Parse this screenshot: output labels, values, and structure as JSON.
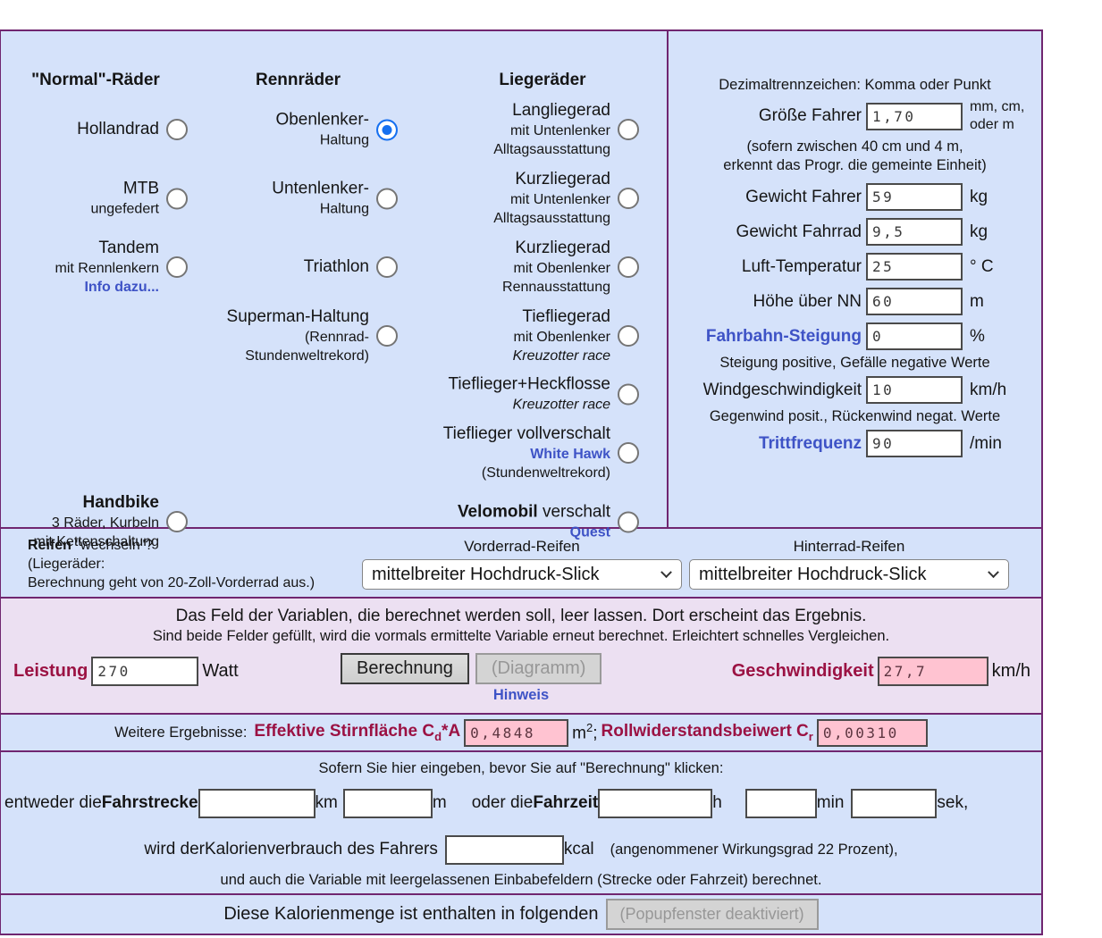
{
  "bikes": {
    "normal": {
      "header": "\"Normal\"-Räder",
      "hollandrad": {
        "l1": "Hollandrad"
      },
      "mtb": {
        "l1": "MTB",
        "l2": "ungefedert"
      },
      "tandem": {
        "l1": "Tandem",
        "l2": "mit Rennlenkern",
        "link": "Info dazu..."
      },
      "handbike": {
        "l1": "Handbike",
        "l2": "3 Räder, Kurbeln",
        "l3": "mit Kettenschaltung"
      }
    },
    "renn": {
      "header": "Rennräder",
      "obenlenker": {
        "l1": "Obenlenker-",
        "l2": "Haltung",
        "selected": "true"
      },
      "untenlenker": {
        "l1": "Untenlenker-",
        "l2": "Haltung"
      },
      "triathlon": {
        "l1": "Triathlon"
      },
      "superman": {
        "l1": "Superman-Haltung",
        "l2": "(Rennrad-",
        "l3": "Stundenweltrekord)"
      }
    },
    "liege": {
      "header": "Liegeräder",
      "langlieger": {
        "l1": "Langliegerad",
        "l2": "mit Untenlenker",
        "l3": "Alltagsausstattung"
      },
      "kurzlieger_unten": {
        "l1": "Kurzliegerad",
        "l2": "mit Untenlenker",
        "l3": "Alltagsausstattung"
      },
      "kurzlieger_oben": {
        "l1": "Kurzliegerad",
        "l2": "mit Obenlenker",
        "l3": "Rennausstattung"
      },
      "tieflieger": {
        "l1": "Tiefliegerad",
        "l2": "mit Obenlenker",
        "l3": "Kreuzotter race"
      },
      "heckflosse": {
        "l1": "Tieflieger+Heckflosse",
        "l2": "Kreuzotter race"
      },
      "vollverschalt": {
        "l1": "Tieflieger vollverschalt",
        "link": "White Hawk",
        "l3": "(Stundenweltrekord)"
      },
      "velomobil": {
        "l1": "Velomobil",
        "l1b": " verschalt",
        "link": "Quest"
      }
    }
  },
  "params": {
    "note_decimal": "Dezimaltrennzeichen: Komma oder Punkt",
    "groesse": {
      "label": "Größe Fahrer",
      "value": "1,70",
      "unit1": "mm, cm,",
      "unit2": "oder m"
    },
    "note_unit1": "(sofern zwischen 40 cm und 4 m,",
    "note_unit2": "erkennt das Progr. die gemeinte Einheit)",
    "gewicht_fahrer": {
      "label": "Gewicht Fahrer",
      "value": "59",
      "unit": "kg"
    },
    "gewicht_fahrrad": {
      "label": "Gewicht Fahrrad",
      "value": "9,5",
      "unit": "kg"
    },
    "luft": {
      "label": "Luft-Temperatur",
      "value": "25",
      "unit": "° C"
    },
    "hoehe": {
      "label": "Höhe über NN",
      "value": "60",
      "unit": "m"
    },
    "steigung": {
      "label": "Fahrbahn-Steigung",
      "value": "0",
      "unit": "%"
    },
    "note_steigung": "Steigung positive, Gefälle negative Werte",
    "wind": {
      "label": "Windgeschwindigkeit",
      "value": "10",
      "unit": "km/h"
    },
    "note_wind": "Gegenwind posit., Rückenwind negat. Werte",
    "tritt": {
      "label": "Trittfrequenz",
      "value": "90",
      "unit": "/min"
    }
  },
  "tires": {
    "info1": "Reifen",
    "info1b": " \"wechseln\"?",
    "info2": "(Liegeräder:",
    "info3": "Berechnung geht von 20-Zoll-Vorderrad aus.)",
    "front_label": "Vorderrad-Reifen",
    "rear_label": "Hinterrad-Reifen",
    "front_value": "mittelbreiter Hochdruck-Slick",
    "rear_value": "mittelbreiter Hochdruck-Slick"
  },
  "vars": {
    "line1": "Das Feld der Variablen, die berechnet werden soll, leer lassen. Dort erscheint das Ergebnis.",
    "line2": "Sind beide Felder gefüllt, wird die vormals ermittelte Variable erneut berechnet. Erleichtert schnelles Vergleichen.",
    "leistung_label": "Leistung",
    "leistung_value": "270",
    "leistung_unit": "Watt",
    "berechnung": "Berechnung",
    "diagramm": "(Diagramm)",
    "hinweis": "Hinweis",
    "geschw_label": "Geschwindigkeit",
    "geschw_value": "27,7",
    "geschw_unit": "km/h"
  },
  "results": {
    "prefix": "Weitere Ergebnisse:",
    "cda_label": "Effektive Stirnfläche C",
    "cda_sub": "d",
    "cda_suffix": "*A",
    "cda_value": "0,4848",
    "cda_unit": "m",
    "cda_unit_sup": "2",
    "cda_unit_after": ";",
    "cr_label": "Rollwiderstandsbeiwert C",
    "cr_sub": "r",
    "cr_value": "0,00310"
  },
  "distance": {
    "line1": "Sofern Sie hier eingeben, bevor Sie auf \"Berechnung\" klicken:",
    "strecke_prefix": "entweder die ",
    "strecke_label": "Fahrstrecke",
    "km_unit": "km",
    "m_unit": "m",
    "zeit_prefix": "oder die ",
    "zeit_label": "Fahrzeit",
    "h_unit": "h",
    "min_unit": "min",
    "sek_unit": "sek,",
    "kcal_prefix": "wird der ",
    "kcal_label": "Kalorienverbrauch des Fahrers",
    "kcal_unit": "kcal",
    "kcal_note": "(angenommener Wirkungsgrad 22 Prozent),",
    "line4": "und auch die Variable mit leergelassenen Einbabefeldern (Strecke oder Fahrzeit) berechnet."
  },
  "calories": {
    "text": "Diese Kalorienmenge ist enthalten in folgenden",
    "button": "(Popupfenster deaktiviert)"
  }
}
